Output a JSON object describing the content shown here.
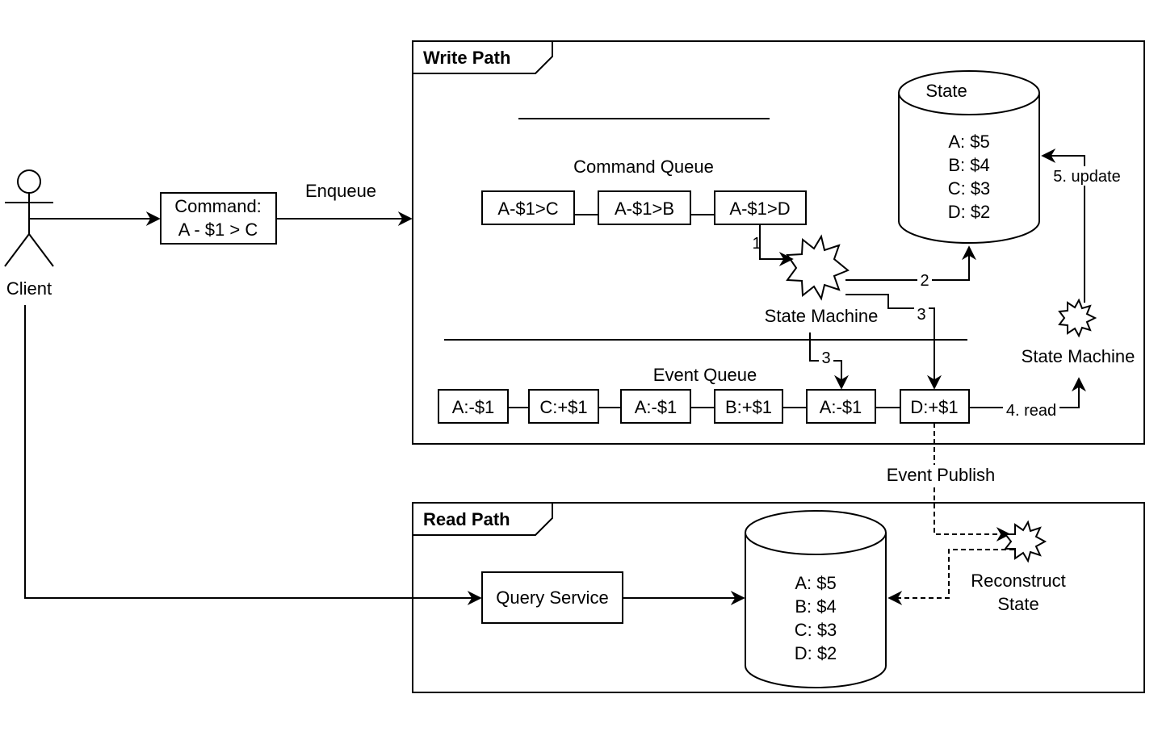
{
  "actor": {
    "label": "Client"
  },
  "command": {
    "line1": "Command:",
    "line2": "A - $1 > C"
  },
  "edges": {
    "enqueue": "Enqueue",
    "step1": "1",
    "step2": "2",
    "step3a": "3",
    "step3b": "3",
    "read": "4. read",
    "update": "5. update",
    "event_publish": "Event Publish"
  },
  "write_path": {
    "title": "Write Path",
    "command_queue": {
      "title": "Command Queue",
      "items": [
        "A-$1>C",
        "A-$1>B",
        "A-$1>D"
      ]
    },
    "event_queue": {
      "title": "Event Queue",
      "items": [
        "A:-$1",
        "C:+$1",
        "A:-$1",
        "B:+$1",
        "A:-$1",
        "D:+$1"
      ]
    },
    "state_db": {
      "title": "State",
      "lines": [
        "A: $5",
        "B: $4",
        "C: $3",
        "D: $2"
      ]
    },
    "state_machine_main": "State Machine",
    "state_machine_right": "State Machine"
  },
  "read_path": {
    "title": "Read Path",
    "query_service": "Query Service",
    "read_db": {
      "lines": [
        "A: $5",
        "B: $4",
        "C: $3",
        "D: $2"
      ]
    },
    "reconstruct": [
      "Reconstruct",
      "State"
    ]
  }
}
